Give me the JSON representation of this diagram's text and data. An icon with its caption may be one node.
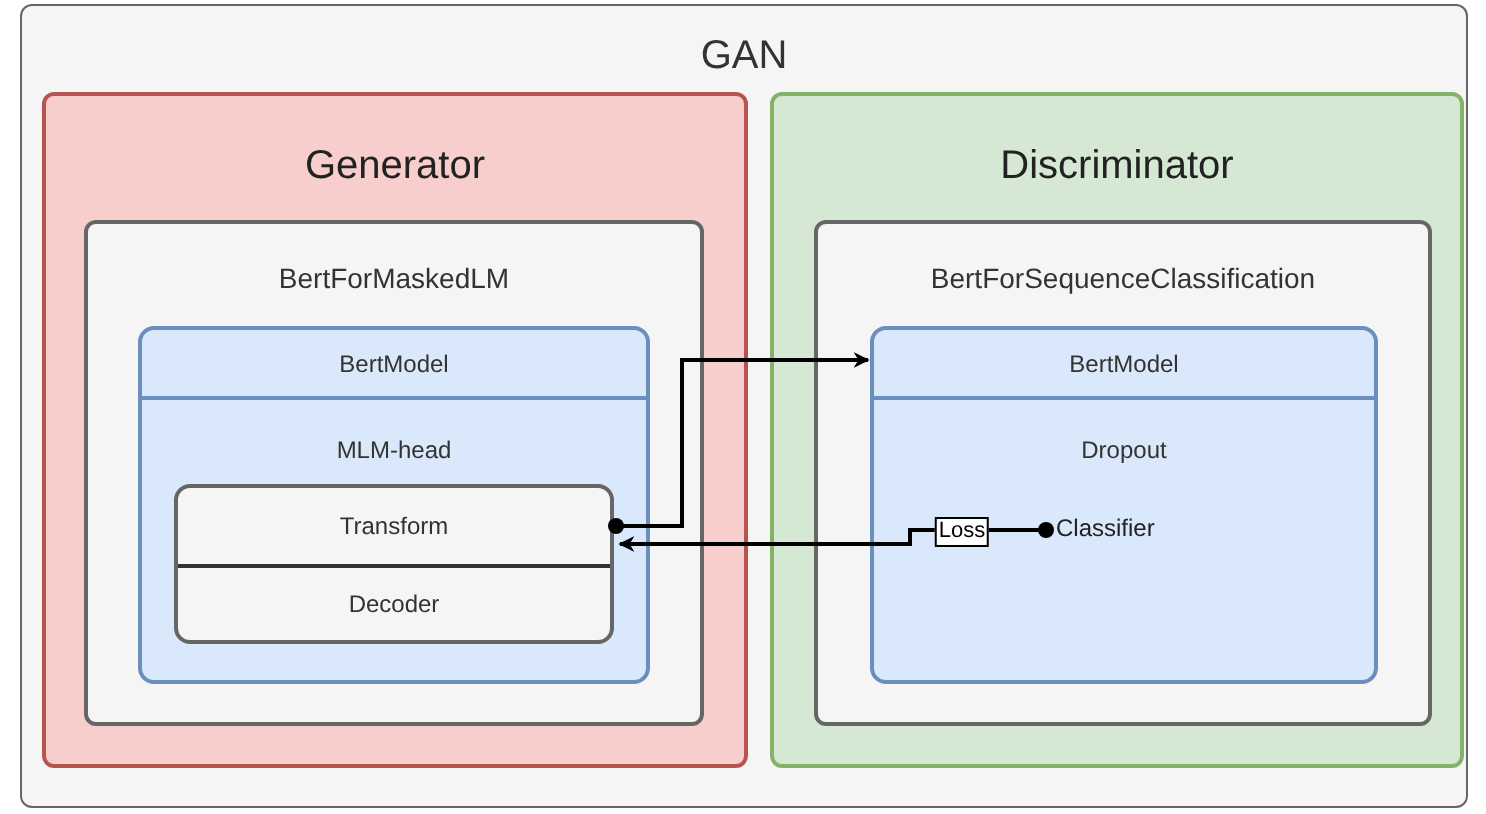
{
  "diagram": {
    "nodes": [
      {
        "text": [
          "GAN"
        ]
      },
      {
        "text": [
          "Generator"
        ],
        "in": 0
      },
      {
        "text": [
          "BertForMaskedLM"
        ],
        "in": 1
      },
      {
        "text": [
          "BertModel",
          "MLM-head"
        ],
        "in": 2
      },
      {
        "text": [
          "Transform",
          "Decoder"
        ],
        "in": 3
      },
      {
        "text": [
          "Discriminator"
        ],
        "in": 0
      },
      {
        "text": [
          "BertForSequenceClassification"
        ],
        "in": 5
      },
      {
        "text": [
          "BertModel",
          "Dropout"
        ],
        "in": 6
      },
      {
        "text": [
          "Classifier"
        ],
        "in": 7
      }
    ],
    "edges": [
      {
        "from": 4,
        "to": 7,
        "arrow": "to"
      },
      {
        "from": 8,
        "to": 4,
        "arrow": "to",
        "label": "Loss"
      }
    ]
  }
}
